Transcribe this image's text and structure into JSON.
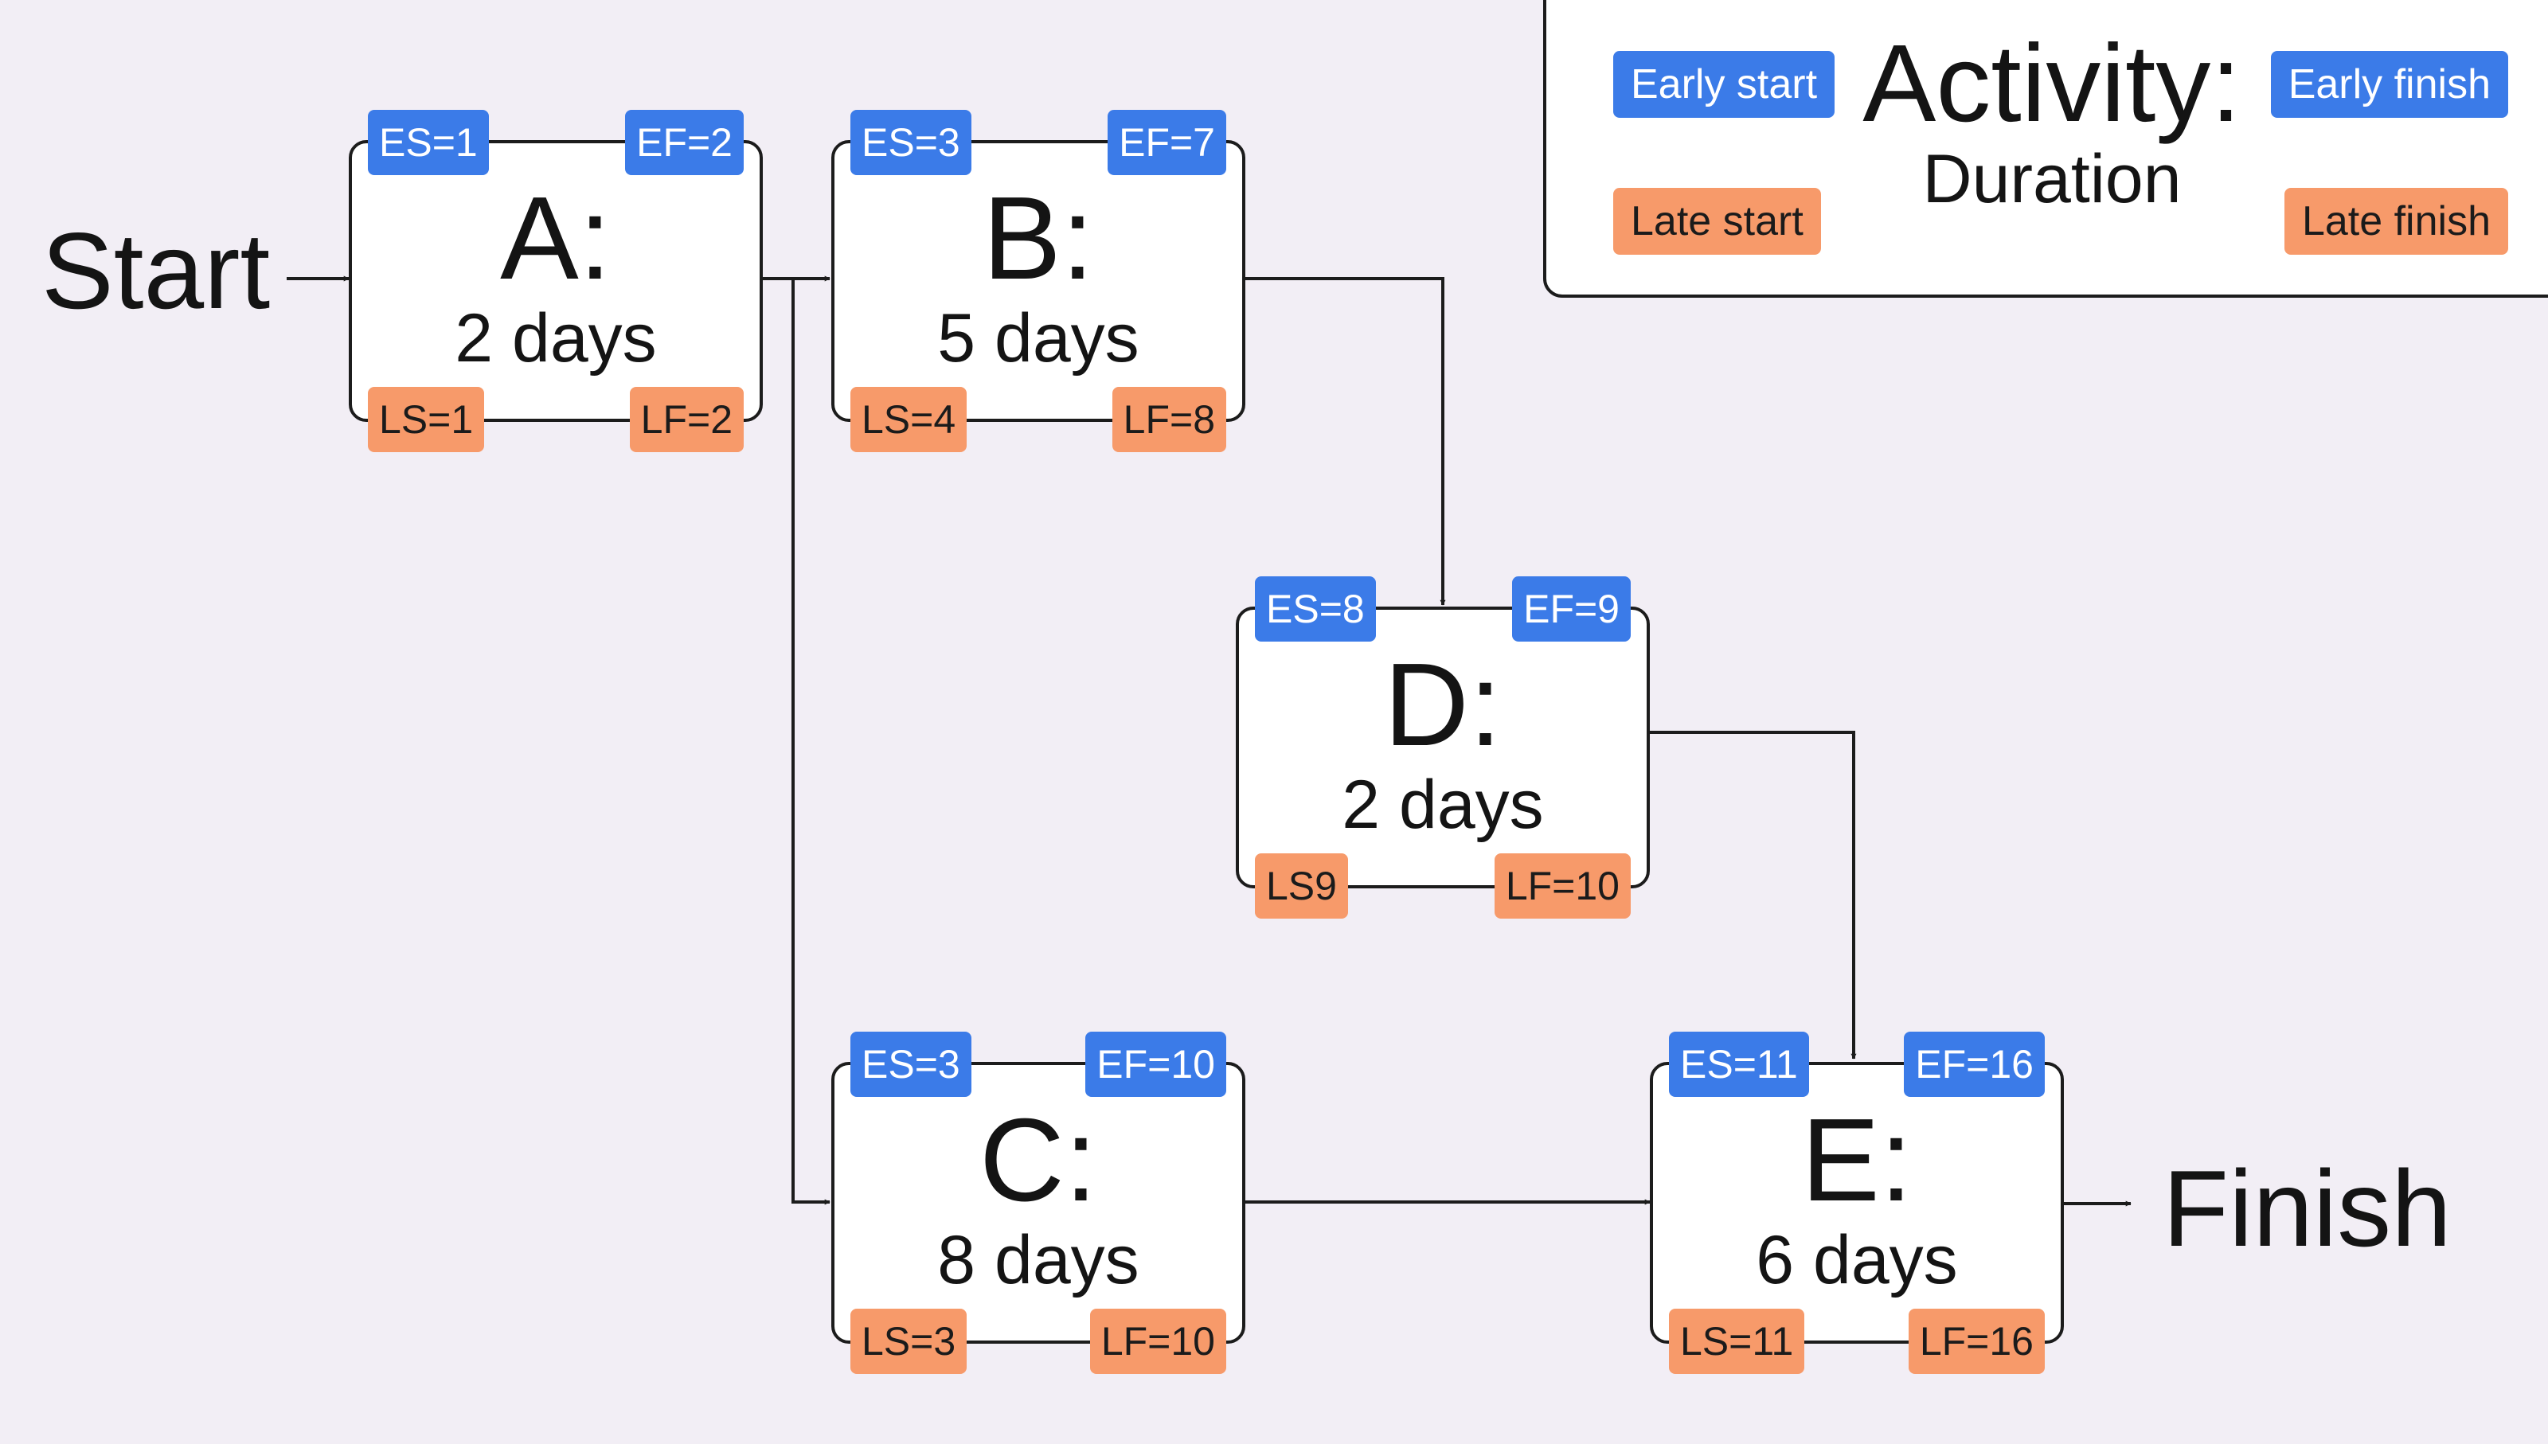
{
  "start_label": "Start",
  "finish_label": "Finish",
  "legend": {
    "early_start": "Early start",
    "early_finish": "Early finish",
    "late_start": "Late start",
    "late_finish": "Late finish",
    "activity": "Activity:",
    "duration": "Duration"
  },
  "activities": {
    "A": {
      "name": "A:",
      "duration": "2 days",
      "es": "ES=1",
      "ef": "EF=2",
      "ls": "LS=1",
      "lf": "LF=2"
    },
    "B": {
      "name": "B:",
      "duration": "5 days",
      "es": "ES=3",
      "ef": "EF=7",
      "ls": "LS=4",
      "lf": "LF=8"
    },
    "C": {
      "name": "C:",
      "duration": "8 days",
      "es": "ES=3",
      "ef": "EF=10",
      "ls": "LS=3",
      "lf": "LF=10"
    },
    "D": {
      "name": "D:",
      "duration": "2 days",
      "es": "ES=8",
      "ef": "EF=9",
      "ls": "LS9",
      "lf": "LF=10"
    },
    "E": {
      "name": "E:",
      "duration": "6 days",
      "es": "ES=11",
      "ef": "EF=16",
      "ls": "LS=11",
      "lf": "LF=16"
    }
  },
  "colors": {
    "background": "#f2eef5",
    "early_badge": "#3b7be8",
    "late_badge": "#f79a6a",
    "box_fill": "#ffffff",
    "line": "#1c1c1c"
  }
}
